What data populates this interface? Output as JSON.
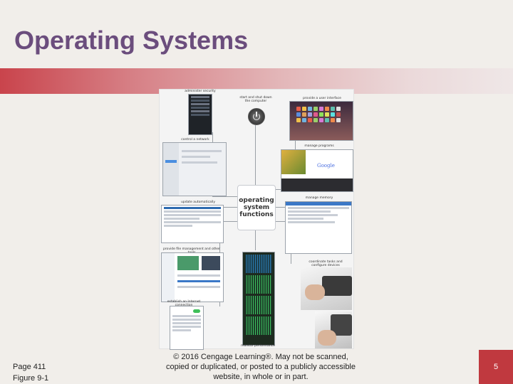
{
  "slide": {
    "title": "Operating Systems",
    "page_ref": "Page 411",
    "figure_ref": "Figure 9-1",
    "copyright": "© 2016 Cengage Learning®. May not be scanned, copied or duplicated, or posted to a publicly accessible website, in whole or in part.",
    "page_number": "5"
  },
  "figure": {
    "center_lines": [
      "operating",
      "system",
      "functions"
    ],
    "captions": {
      "administer_security": "administer security",
      "start_shut_down": "start and shut down the computer",
      "provide_user_interface": "provide a user interface",
      "control_network": "control a network",
      "manage_programs": "manage programs",
      "update_automatically": "update automatically",
      "manage_memory": "manage memory",
      "file_management": "provide file management and other tools",
      "coordinate_tasks": "coordinate tasks and configure devices",
      "internet_connection": "establish an Internet connection",
      "monitor_performance": "monitor performance"
    },
    "browser_logo": "Google"
  },
  "colors": {
    "title": "#6b4d7d",
    "accent_band": "#c9444c",
    "page_badge": "#c0393f"
  }
}
